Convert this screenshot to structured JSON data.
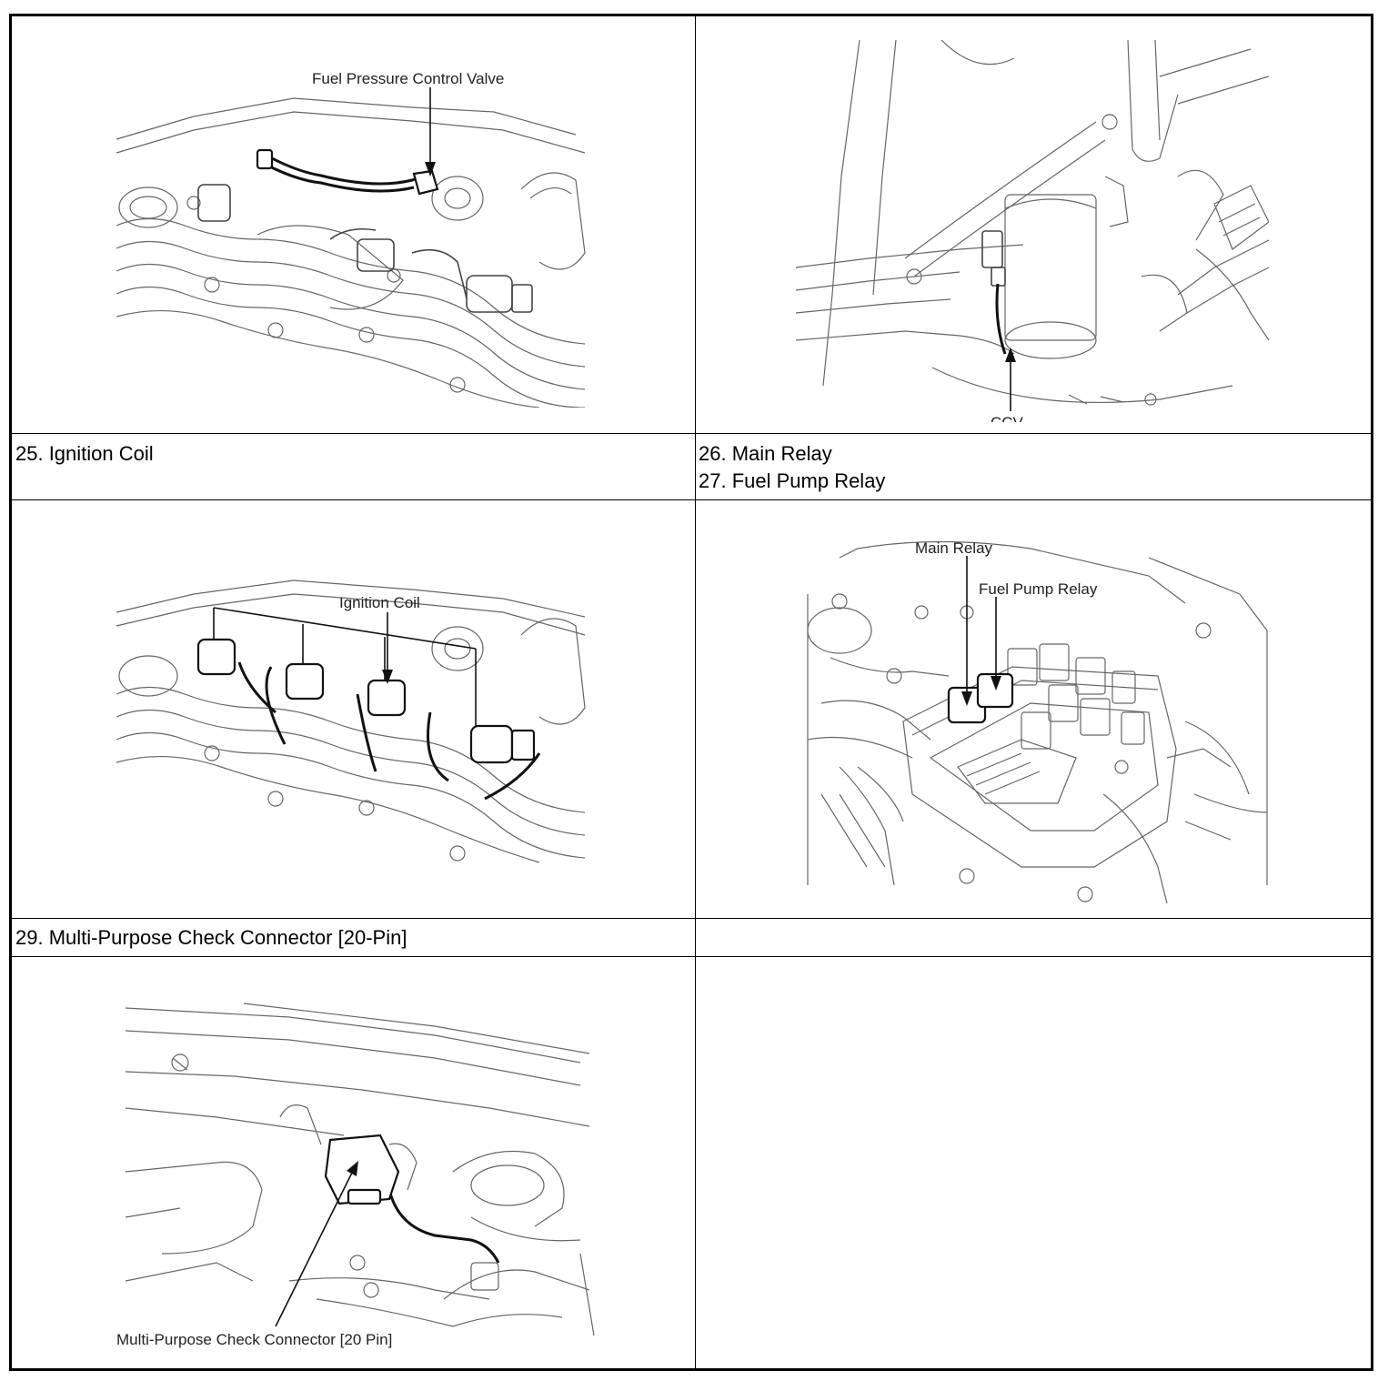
{
  "cells": {
    "row1_left_figure": {
      "callout": "Fuel Pressure Control Valve"
    },
    "row1_right_figure": {
      "callout": "CCV"
    },
    "row2_left_caption": "25. Ignition Coil",
    "row2_right_caption": [
      "26. Main Relay",
      "27. Fuel Pump Relay"
    ],
    "row3_left_figure": {
      "callout": "Ignition Coil"
    },
    "row3_right_figure": {
      "callouts": [
        "Main Relay",
        "Fuel Pump Relay"
      ]
    },
    "row4_left_caption": "29. Multi-Purpose Check Connector [20-Pin]",
    "row4_right_caption": "",
    "row5_left_figure": {
      "callout": "Multi-Purpose Check Connector [20 Pin]"
    }
  },
  "colors": {
    "border": "#000000",
    "line_art": "#444444",
    "background": "#ffffff"
  },
  "icons": [
    "arrow-icon"
  ]
}
